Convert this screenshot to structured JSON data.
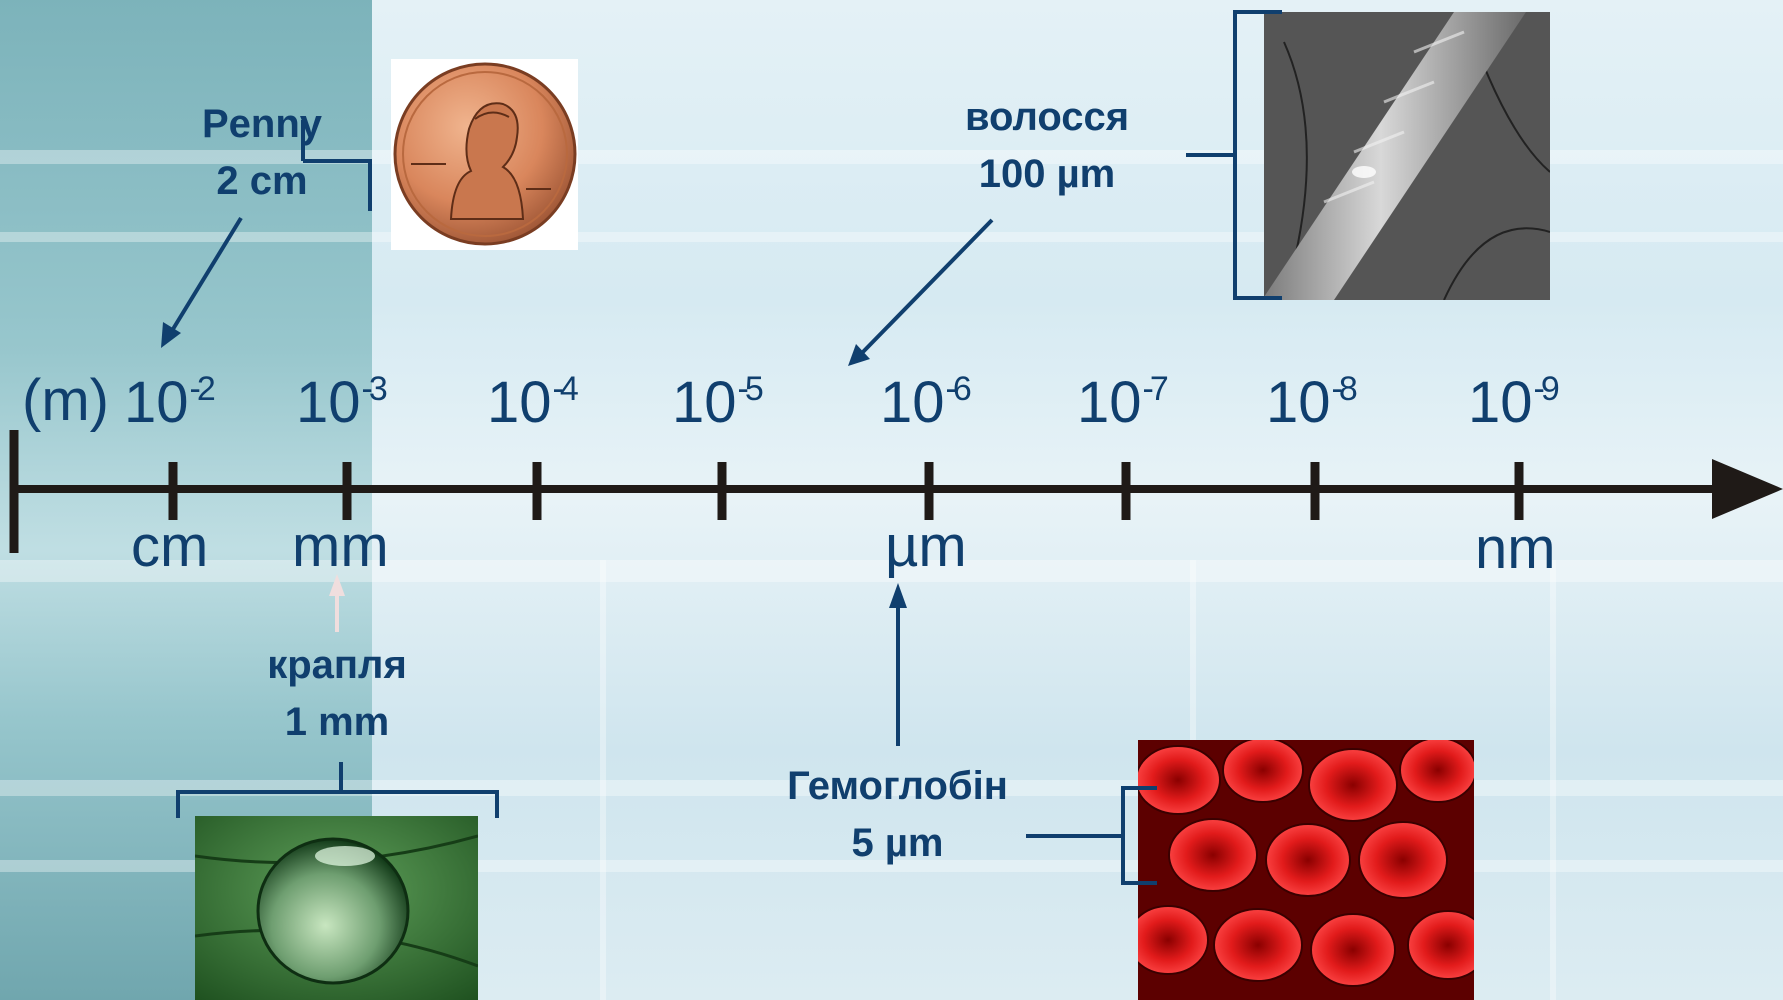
{
  "scale": {
    "meter_label": "(m)",
    "base": "10",
    "ticks": [
      {
        "exp": "-2"
      },
      {
        "exp": "-3"
      },
      {
        "exp": "-4"
      },
      {
        "exp": "-5"
      },
      {
        "exp": "-6"
      },
      {
        "exp": "-7"
      },
      {
        "exp": "-8"
      },
      {
        "exp": "-9"
      }
    ],
    "units": {
      "cm": "cm",
      "mm": "mm",
      "um": "µm",
      "nm": "nm"
    }
  },
  "examples": {
    "penny": {
      "name": "Penny",
      "size": "2 cm"
    },
    "hair": {
      "name": "волосся",
      "size": "100 µm"
    },
    "drop": {
      "name": "крапля",
      "size": "1 mm"
    },
    "hemoglobin": {
      "name": "Гемоглобін",
      "size": "5 µm"
    }
  },
  "colors": {
    "text": "#103f6e",
    "axis": "#1f1a17"
  }
}
